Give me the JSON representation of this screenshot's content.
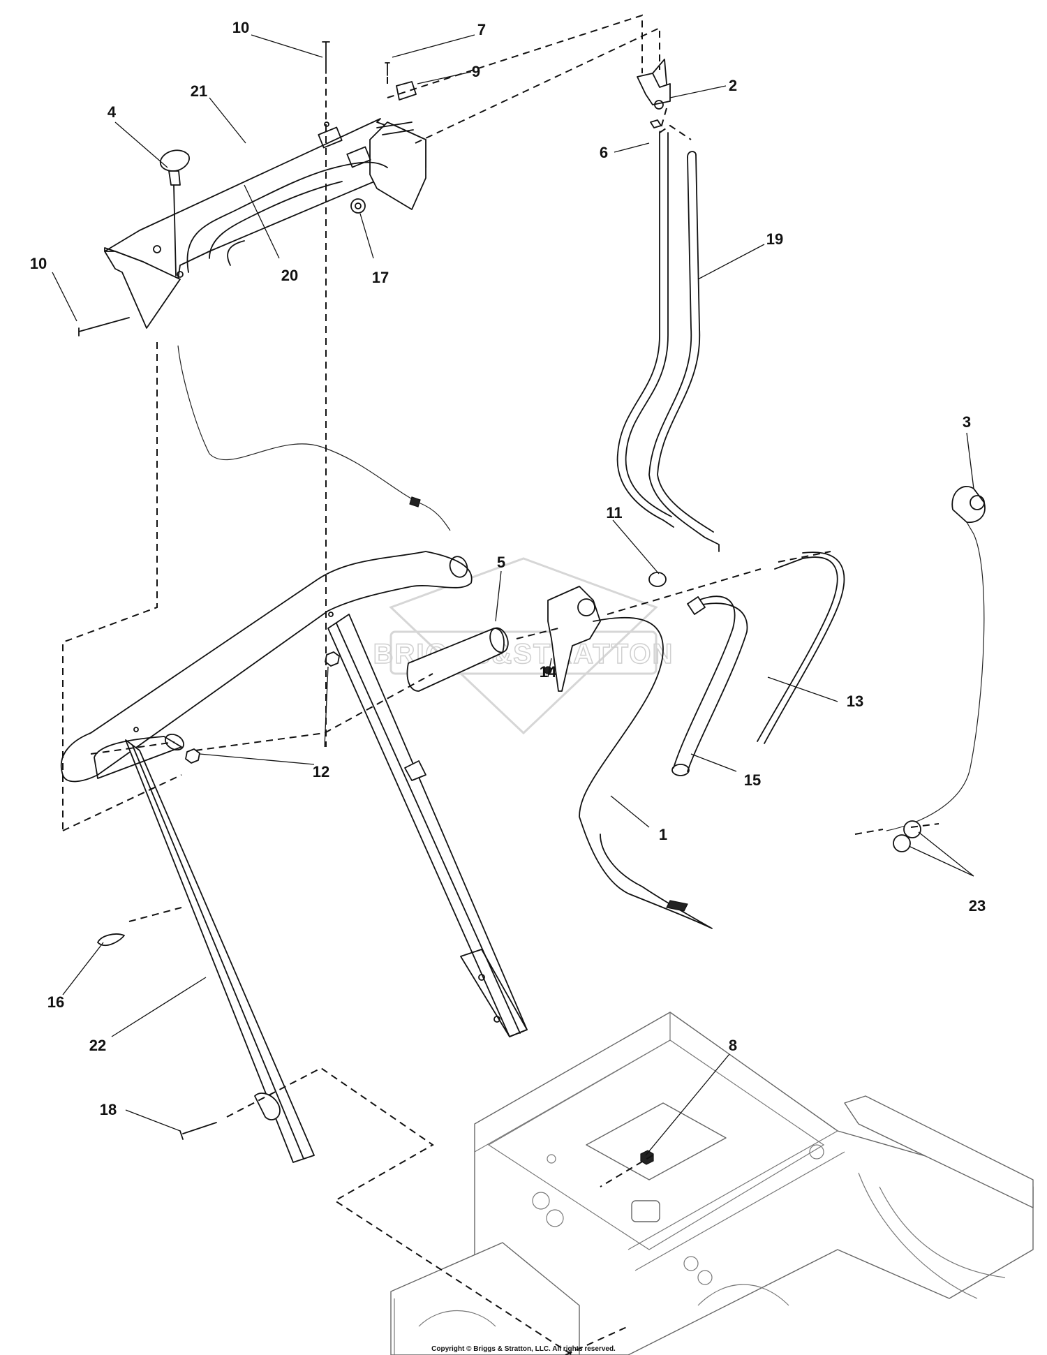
{
  "diagram": {
    "watermark": "BRIGGS&STRATTON",
    "copyright": "Copyright © Briggs & Stratton, LLC. All rights reserved.",
    "callouts": {
      "c1": "1",
      "c2": "2",
      "c3": "3",
      "c4": "4",
      "c5": "5",
      "c6": "6",
      "c7": "7",
      "c8": "8",
      "c9": "9",
      "c10a": "10",
      "c10b": "10",
      "c11": "11",
      "c12": "12",
      "c13": "13",
      "c14": "14",
      "c15": "15",
      "c16": "16",
      "c17": "17",
      "c18": "18",
      "c19": "19",
      "c20": "20",
      "c21": "21",
      "c22": "22",
      "c23": "23"
    }
  }
}
